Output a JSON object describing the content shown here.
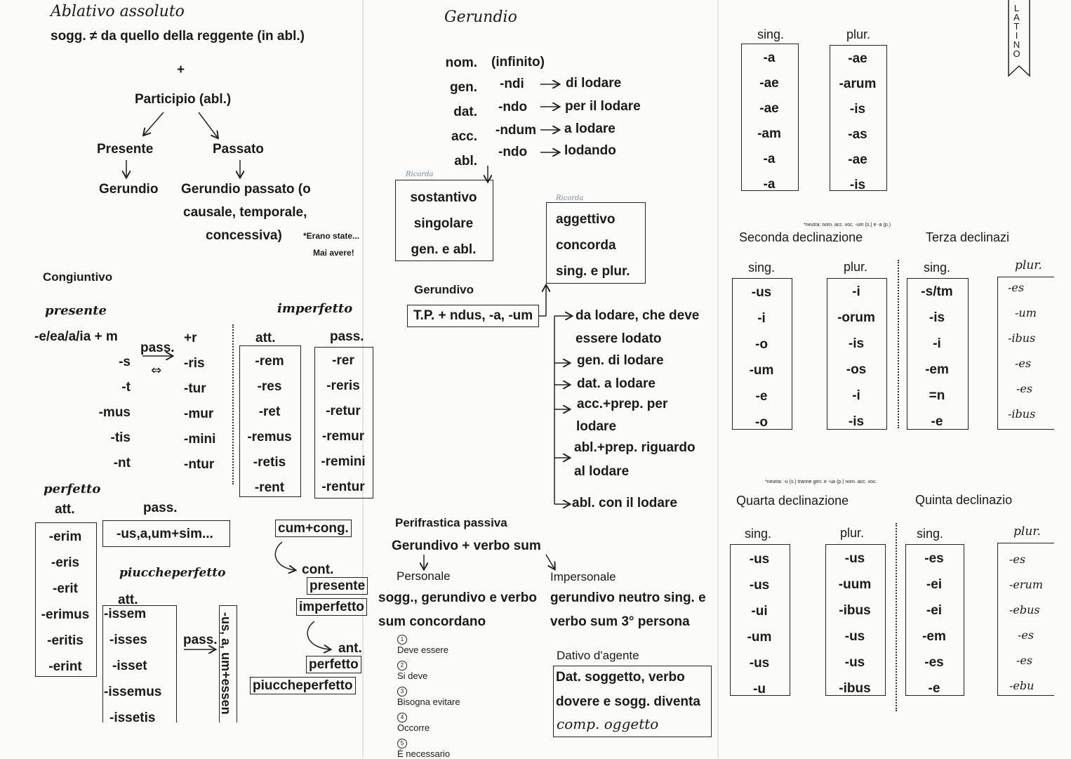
{
  "ablativo": {
    "title": "Ablativo assoluto",
    "rule": "sogg. ≠ da quello della reggente (in  abl.)",
    "plus": "+",
    "participio": "Participio (abl.)",
    "presente": "Presente",
    "passato": "Passato",
    "gerundio": "Gerundio",
    "gerundio_passato_1": "Gerundio passato (o",
    "gerundio_passato_2": "causale, temporale,",
    "gerundio_passato_3": "concessiva)",
    "note_1": "*Erano state...",
    "note_2": "Mai avere!"
  },
  "congiuntivo": {
    "title": "Congiuntivo",
    "presente_label": "presente",
    "imperfetto_label": "imperfetto",
    "present_stem": "-e/ea/a/ia + m",
    "pass_label": "pass.",
    "present_active": [
      "-s",
      "-t",
      "-mus",
      "-tis",
      "-nt"
    ],
    "present_passive": [
      "+r",
      "-ris",
      "-tur",
      "-mur",
      "-mini",
      "-ntur"
    ],
    "att_label": "att.",
    "imperf_att": [
      "-rem",
      "-res",
      "-ret",
      "-remus",
      "-retis",
      "-rent"
    ],
    "imperf_pass": [
      "-rer",
      "-reris",
      "-retur",
      "-remur",
      "-remini",
      "-rentur"
    ]
  },
  "perfetto": {
    "title": "perfetto",
    "att_label": "att.",
    "pass_label": "pass.",
    "att": [
      "-erim",
      "-eris",
      "-erit",
      "-erimus",
      "-eritis",
      "-erint"
    ],
    "pass": "-us,a,um+sim...",
    "piucche_title": "piuccheperfetto",
    "piucche_att_label": "att.",
    "piucche_att": [
      "-issem",
      "-isses",
      "-isset",
      "-issemus",
      "-issetis"
    ],
    "piucche_pass_label": "pass.",
    "piucche_pass": "-us, a, um+essen"
  },
  "cum": {
    "title": "cum+cong.",
    "cont": "cont.",
    "ant": "ant.",
    "presente": "presente",
    "imperfetto": "imperfetto",
    "perfetto": "perfetto",
    "piuccheperfetto": "piuccheperfetto"
  },
  "gerundio": {
    "title": "Gerundio",
    "rows": [
      {
        "case": "nom.",
        "ending": "(infinito)",
        "meaning": ""
      },
      {
        "case": "gen.",
        "ending": "-ndi",
        "meaning": "di lodare"
      },
      {
        "case": "dat.",
        "ending": "-ndo",
        "meaning": "per il lodare"
      },
      {
        "case": "acc.",
        "ending": "-ndum",
        "meaning": "a lodare"
      },
      {
        "case": "abl.",
        "ending": "-ndo",
        "meaning": "lodando"
      }
    ],
    "ricorda": "Ricorda",
    "box": [
      "sostantivo",
      "singolare",
      "gen. e abl."
    ],
    "box2": [
      "aggettivo",
      "concorda",
      "sing. e plur."
    ]
  },
  "gerundivo": {
    "title": "Gerundivo",
    "formula": "T.P. + ndus, -a, -um",
    "meanings": [
      "da lodare, che deve",
      "essere lodato",
      "gen. di lodare",
      "dat. a lodare",
      "acc.+prep. per",
      "lodare",
      "abl.+prep. riguardo",
      "al lodare",
      "abl. con il lodare"
    ]
  },
  "perifrastica": {
    "title": "Perifrastica passiva",
    "formula": "Gerundivo + verbo sum",
    "personale": "Personale",
    "impersonale": "Impersonale",
    "personale_desc_1": "sogg., gerundivo e verbo",
    "personale_desc_2": "sum  concordano",
    "impersonale_desc_1": "gerundivo neutro sing. e",
    "impersonale_desc_2": "verbo sum 3° persona",
    "items": [
      "Deve essere",
      "Si deve",
      "Bisogna evitare",
      "Occorre",
      "È necessario"
    ]
  },
  "dativo": {
    "title": "Dativo d'agente",
    "line1": "Dat. soggetto, verbo",
    "line2": "dovere e sogg. diventa",
    "line3": "comp. oggetto"
  },
  "declinazioni": {
    "vertical_label": "LATINO",
    "sing": "sing.",
    "plur": "plur.",
    "prima_sing": [
      "-a",
      "-ae",
      "-ae",
      "-am",
      "-a",
      "-a"
    ],
    "prima_plur": [
      "-ae",
      "-arum",
      "-is",
      "-as",
      "-ae",
      "-is"
    ],
    "note_seconda": "*neutra: nom. acc. voc. -um (s.) e -a (p.)",
    "seconda_title": "Seconda declinazione",
    "seconda_sing": [
      "-us",
      "-i",
      "-o",
      "-um",
      "-e",
      "-o"
    ],
    "seconda_plur": [
      "-i",
      "-orum",
      "-is",
      "-os",
      "-i",
      "-is"
    ],
    "terza_title": "Terza declinazi",
    "terza_sing": [
      "-s/tm",
      "-is",
      "-i",
      "-em",
      "=n",
      "-e"
    ],
    "terza_plur": [
      "-es",
      "-um",
      "-ibus",
      "-es",
      "-es",
      "-ibus"
    ],
    "note_quarta": "*neutra: -u (s.) tranne gen. e -ua (p.) nom. acc. voc.",
    "quarta_title": "Quarta declinazione",
    "quarta_sing": [
      "-us",
      "-us",
      "-ui",
      "-um",
      "-us",
      "-u"
    ],
    "quarta_plur": [
      "-us",
      "-uum",
      "-ibus",
      "-us",
      "-us",
      "-ibus"
    ],
    "quinta_title": "Quinta declinazio",
    "quinta_sing": [
      "-es",
      "-ei",
      "-ei",
      "-em",
      "-es",
      "-e"
    ],
    "quinta_plur": [
      "-es",
      "-erum",
      "-ebus",
      "-es",
      "-es",
      "-ebu"
    ]
  }
}
